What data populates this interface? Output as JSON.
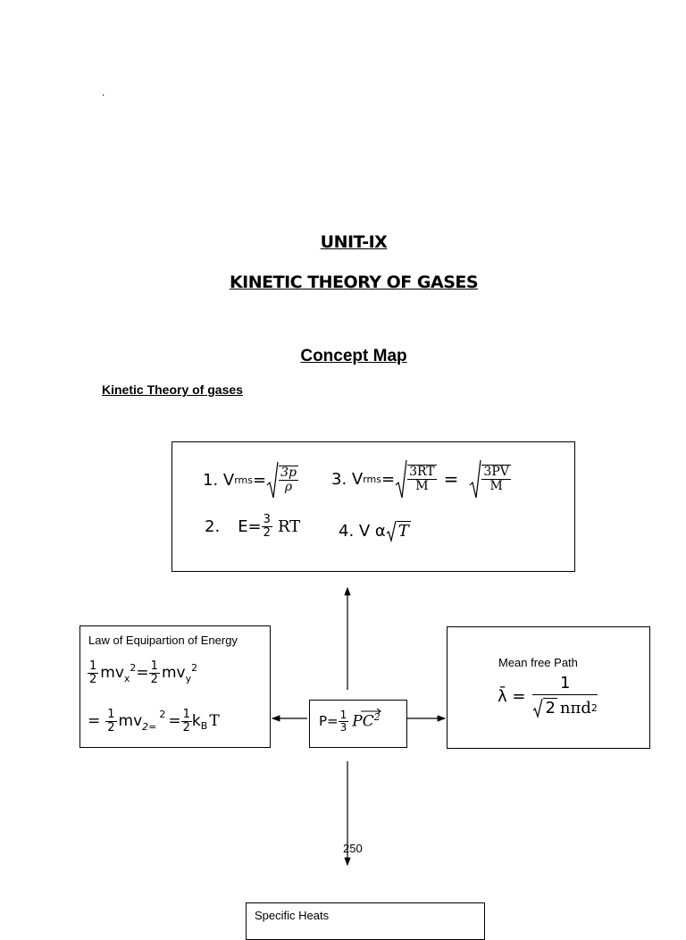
{
  "page": {
    "dot": ".",
    "unit_title": "UNIT-IX",
    "chapter_title": "KINETIC THEORY OF GASES",
    "concept_map": "Concept Map",
    "subheading": "Kinetic Theory of gases",
    "page_number": "250"
  },
  "formula_box": {
    "f1_prefix": "1. V",
    "f1_sub": "rms",
    "f1_eq": "=",
    "f1_num": "3p",
    "f1_den": "ρ",
    "f3_prefix": "3. V",
    "f3_sub": "rms",
    "f3_eq": "=",
    "f3_num": "3RT",
    "f3_den": "M",
    "f3_equals": "=",
    "f3_num2": "3PV",
    "f3_den2": "M",
    "f2_prefix": "2.",
    "f2_e": "E=",
    "f2_num": "3",
    "f2_den": "2",
    "f2_rt": "RT",
    "f4_text": "4. V α",
    "f4_t": "T"
  },
  "equipartition": {
    "title": "Law of Equipartion of Energy",
    "n1": "1",
    "d1": "2",
    "mvx": "mv",
    "x_sub": "x",
    "sq1": "2",
    "eq1": "=",
    "n2": "1",
    "d2": "2",
    "mvy": "mv",
    "y_sub": "y",
    "sq2": "2",
    "eq_start": "=",
    "n3": "1",
    "d3": "2",
    "mvz": "mv",
    "z_sub": "2=",
    "sq3": "2",
    "eq3": "=",
    "n4": "1",
    "d4": "2",
    "kb": "k",
    "kb_sub": "B",
    "t": "T"
  },
  "pressure": {
    "p_eq": "P=",
    "num": "1",
    "den": "3",
    "pc": "PC",
    "sq": "2"
  },
  "mean_free_path": {
    "title": "Mean free Path",
    "lambda": "λ̄ =",
    "num": "1",
    "root": "2",
    "den_rest": "nπd",
    "den_sq": "2"
  },
  "specific_heats": {
    "title": "Specific Heats"
  }
}
